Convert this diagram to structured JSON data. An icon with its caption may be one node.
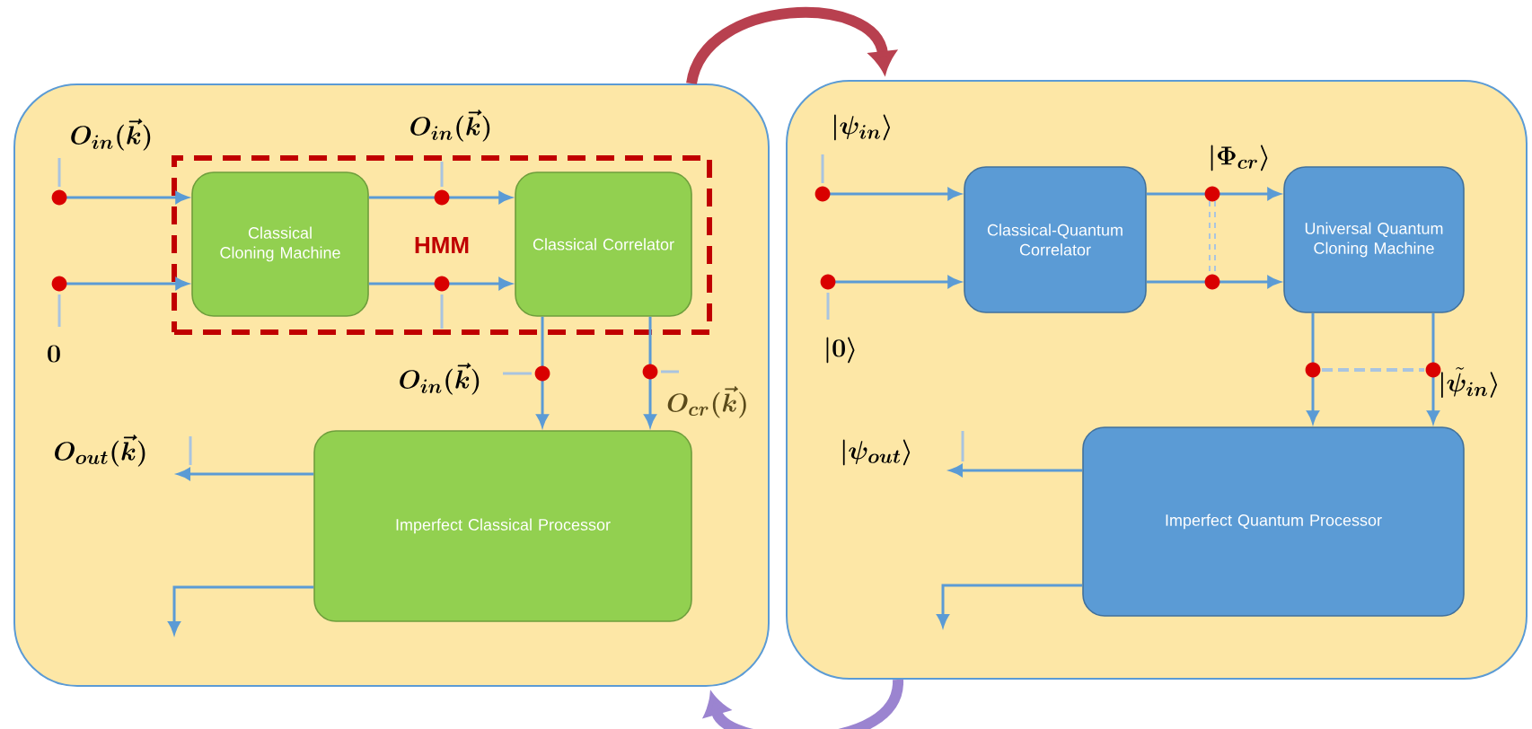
{
  "diagram": {
    "nodes": [
      {
        "text": [],
        "shape": "box"
      },
      {
        "text": [
          "HMM"
        ],
        "in": 0
      },
      {
        "text": [
          "Classical Cloning Machine"
        ],
        "in": 1
      },
      {
        "text": [
          "Classical Correlator"
        ],
        "in": 1
      },
      {
        "text": [
          "Imperfect Classical Processor"
        ],
        "in": 0
      },
      {
        "text": [],
        "shape": "box"
      },
      {
        "text": [
          "Classical-Quantum Correlator"
        ],
        "in": 5
      },
      {
        "text": [
          "Universal Quantum Cloning Machine"
        ],
        "in": 5
      },
      {
        "text": [
          "Imperfect Quantum Processor"
        ],
        "in": 5
      }
    ],
    "edges": [
      {
        "from": null,
        "to": 2,
        "arrow": "to"
      },
      {
        "from": null,
        "to": 2,
        "arrow": "to"
      },
      {
        "from": 2,
        "to": 3,
        "arrow": "to"
      },
      {
        "from": 2,
        "to": 3,
        "arrow": "to"
      },
      {
        "from": 3,
        "to": 4,
        "arrow": "to"
      },
      {
        "from": 3,
        "to": 4,
        "arrow": "to"
      },
      {
        "from": 4,
        "to": null,
        "arrow": "to"
      },
      {
        "from": 4,
        "to": null,
        "arrow": "to"
      },
      {
        "from": null,
        "to": 6,
        "arrow": "to"
      },
      {
        "from": null,
        "to": 6,
        "arrow": "to"
      },
      {
        "from": 6,
        "to": 7,
        "arrow": "to"
      },
      {
        "from": 6,
        "to": 7,
        "arrow": "to"
      },
      {
        "from": 7,
        "to": 8,
        "arrow": "to"
      },
      {
        "from": 7,
        "to": 8,
        "arrow": "to"
      },
      {
        "from": 8,
        "to": null,
        "arrow": "to"
      },
      {
        "from": 8,
        "to": null,
        "arrow": "to"
      },
      {
        "from": 0,
        "to": 5,
        "arrow": "to",
        "style": "thick",
        "color": "#b8404f"
      },
      {
        "from": 5,
        "to": 0,
        "arrow": "to",
        "style": "thick",
        "color": "#9b84d0"
      }
    ],
    "labels": [
      "\\boldsymbol{O_{in}(\\vec{k})}",
      "\\boldsymbol{O_{in}(\\vec{k})}",
      "\\boldsymbol{0}",
      "\\boldsymbol{O_{in}(\\vec{k})}",
      "\\boldsymbol{O_{cr}(\\vec{k})}",
      "\\boldsymbol{O_{out}(\\vec{k})}",
      "\\boldsymbol{\\lvert\\psi_{in}\\rangle}",
      "\\boldsymbol{\\lvert\\Phi_{cr}\\rangle}",
      "\\boldsymbol{\\lvert 0\\rangle}",
      "\\boldsymbol{\\lvert\\tilde{\\psi}_{in}\\rangle}",
      "\\boldsymbol{\\lvert\\psi_{out}\\rangle}"
    ]
  }
}
